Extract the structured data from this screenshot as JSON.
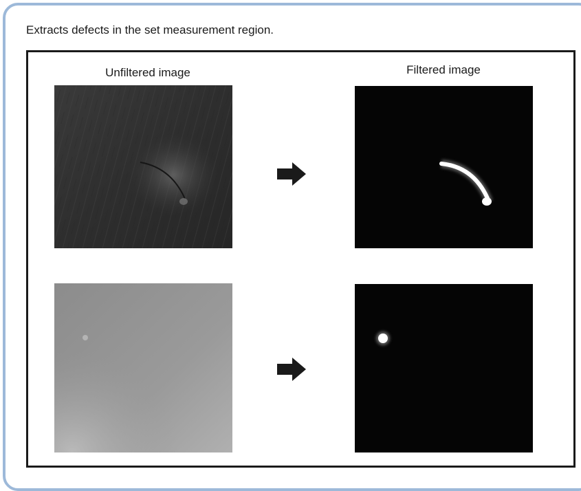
{
  "description": "Extracts defects in the set measurement region.",
  "figure": {
    "unfiltered_caption": "Unfiltered image",
    "filtered_caption": "Filtered image"
  },
  "icons": {
    "arrow": "right-arrow-icon"
  },
  "colors": {
    "panel_border": "#9db9d9",
    "figure_border": "#1a1a1a",
    "arrow": "#1a1a1a"
  }
}
